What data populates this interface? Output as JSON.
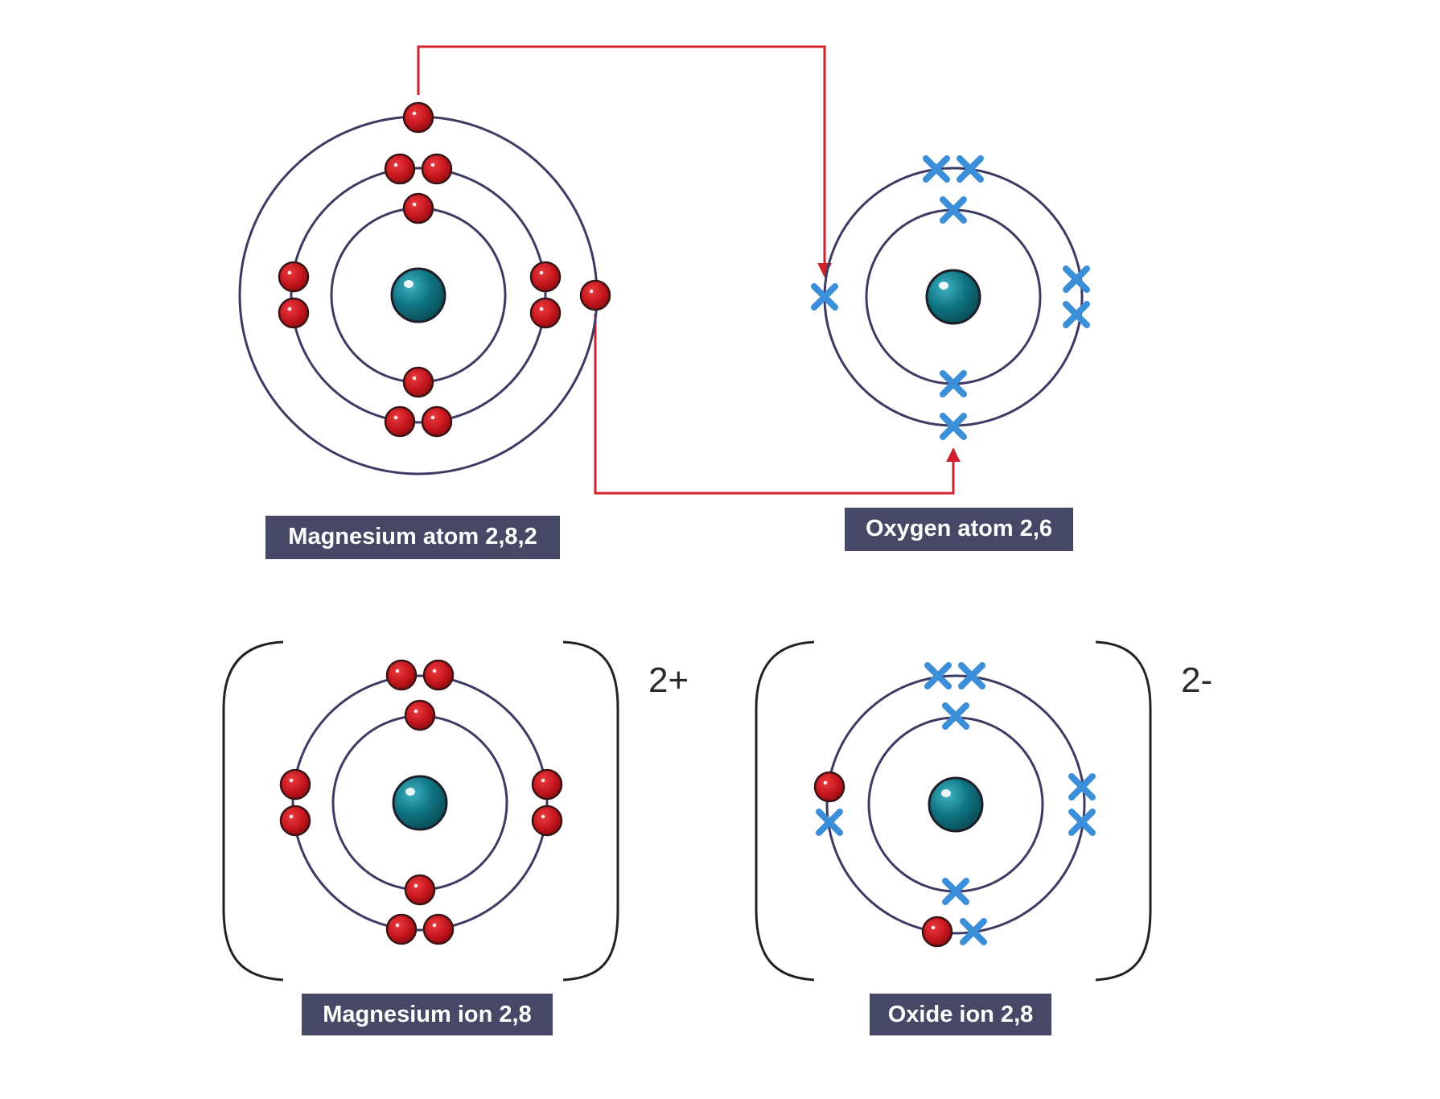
{
  "colors": {
    "shell": "#3d3b63",
    "nucleus": "#0f7482",
    "electron_mg": "#c4161c",
    "electron_o": "#3b8fd9",
    "arrow": "#d0202e",
    "label_bg": "#474866",
    "label_text": "#ffffff",
    "bracket": "#222222"
  },
  "icons": {
    "magnesium_electron": "red-dot",
    "oxygen_electron": "blue-cross",
    "nucleus": "teal-sphere"
  },
  "panels": {
    "mg_atom": {
      "label": "Magnesium atom 2,8,2",
      "configuration": [
        2,
        8,
        2
      ]
    },
    "o_atom": {
      "label": "Oxygen atom 2,6",
      "configuration": [
        2,
        6
      ]
    },
    "mg_ion": {
      "label": "Magnesium ion 2,8",
      "configuration": [
        2,
        8
      ],
      "charge": "2+"
    },
    "oxide_ion": {
      "label": "Oxide ion 2,8",
      "configuration": [
        2,
        8
      ],
      "charge": "2-"
    }
  },
  "transfers": [
    {
      "from": "mg_atom",
      "to": "o_atom",
      "count": 1
    },
    {
      "from": "mg_atom",
      "to": "o_atom",
      "count": 1
    }
  ]
}
